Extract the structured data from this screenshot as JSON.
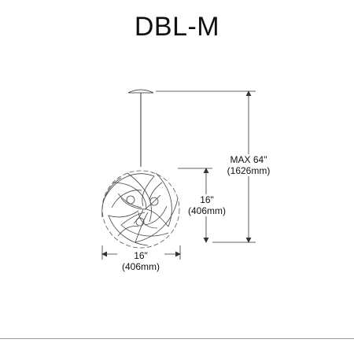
{
  "title": "DBL-M",
  "dimensions": {
    "overall_height": {
      "label": "MAX 64\"",
      "metric": "(1626mm)"
    },
    "shade_height": {
      "label": "16\"",
      "metric": "(406mm)"
    },
    "shade_width": {
      "label": "16\"",
      "metric": "(406mm)"
    }
  },
  "icons": {
    "pendant": "pendant-lamp-icon"
  }
}
